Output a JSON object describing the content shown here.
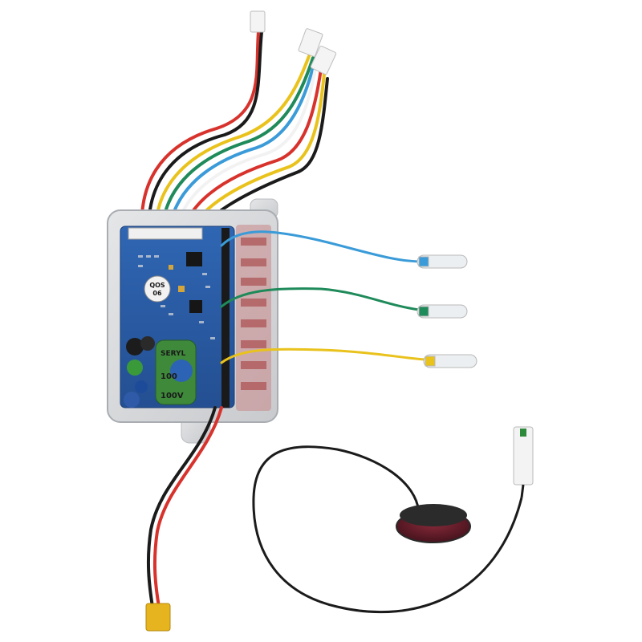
{
  "product": {
    "controller": {
      "capacitor_brand": "SERYL",
      "capacitor_rating": "100V",
      "capacitor_rating_alt": "100",
      "chip_label_1": "QOS",
      "chip_label_2": "06"
    }
  },
  "colors": {
    "background": "#ffffff",
    "pcb": "#2a5ea8",
    "housing": "#d6d8db",
    "wire_red": "#d8322c",
    "wire_black": "#1b1b1b",
    "wire_blue": "#3a9bd8",
    "wire_green": "#1f8a5a",
    "wire_yellow": "#e9c21c",
    "wire_white": "#f2f2f2",
    "capacitor_green": "#3e8a3a",
    "connector_xt60": "#e6b41e",
    "taillight_lens": "#5a1a26"
  },
  "icons": [
    "controller-board",
    "motor-phase-wires",
    "power-cable-xt60",
    "tail-light"
  ]
}
